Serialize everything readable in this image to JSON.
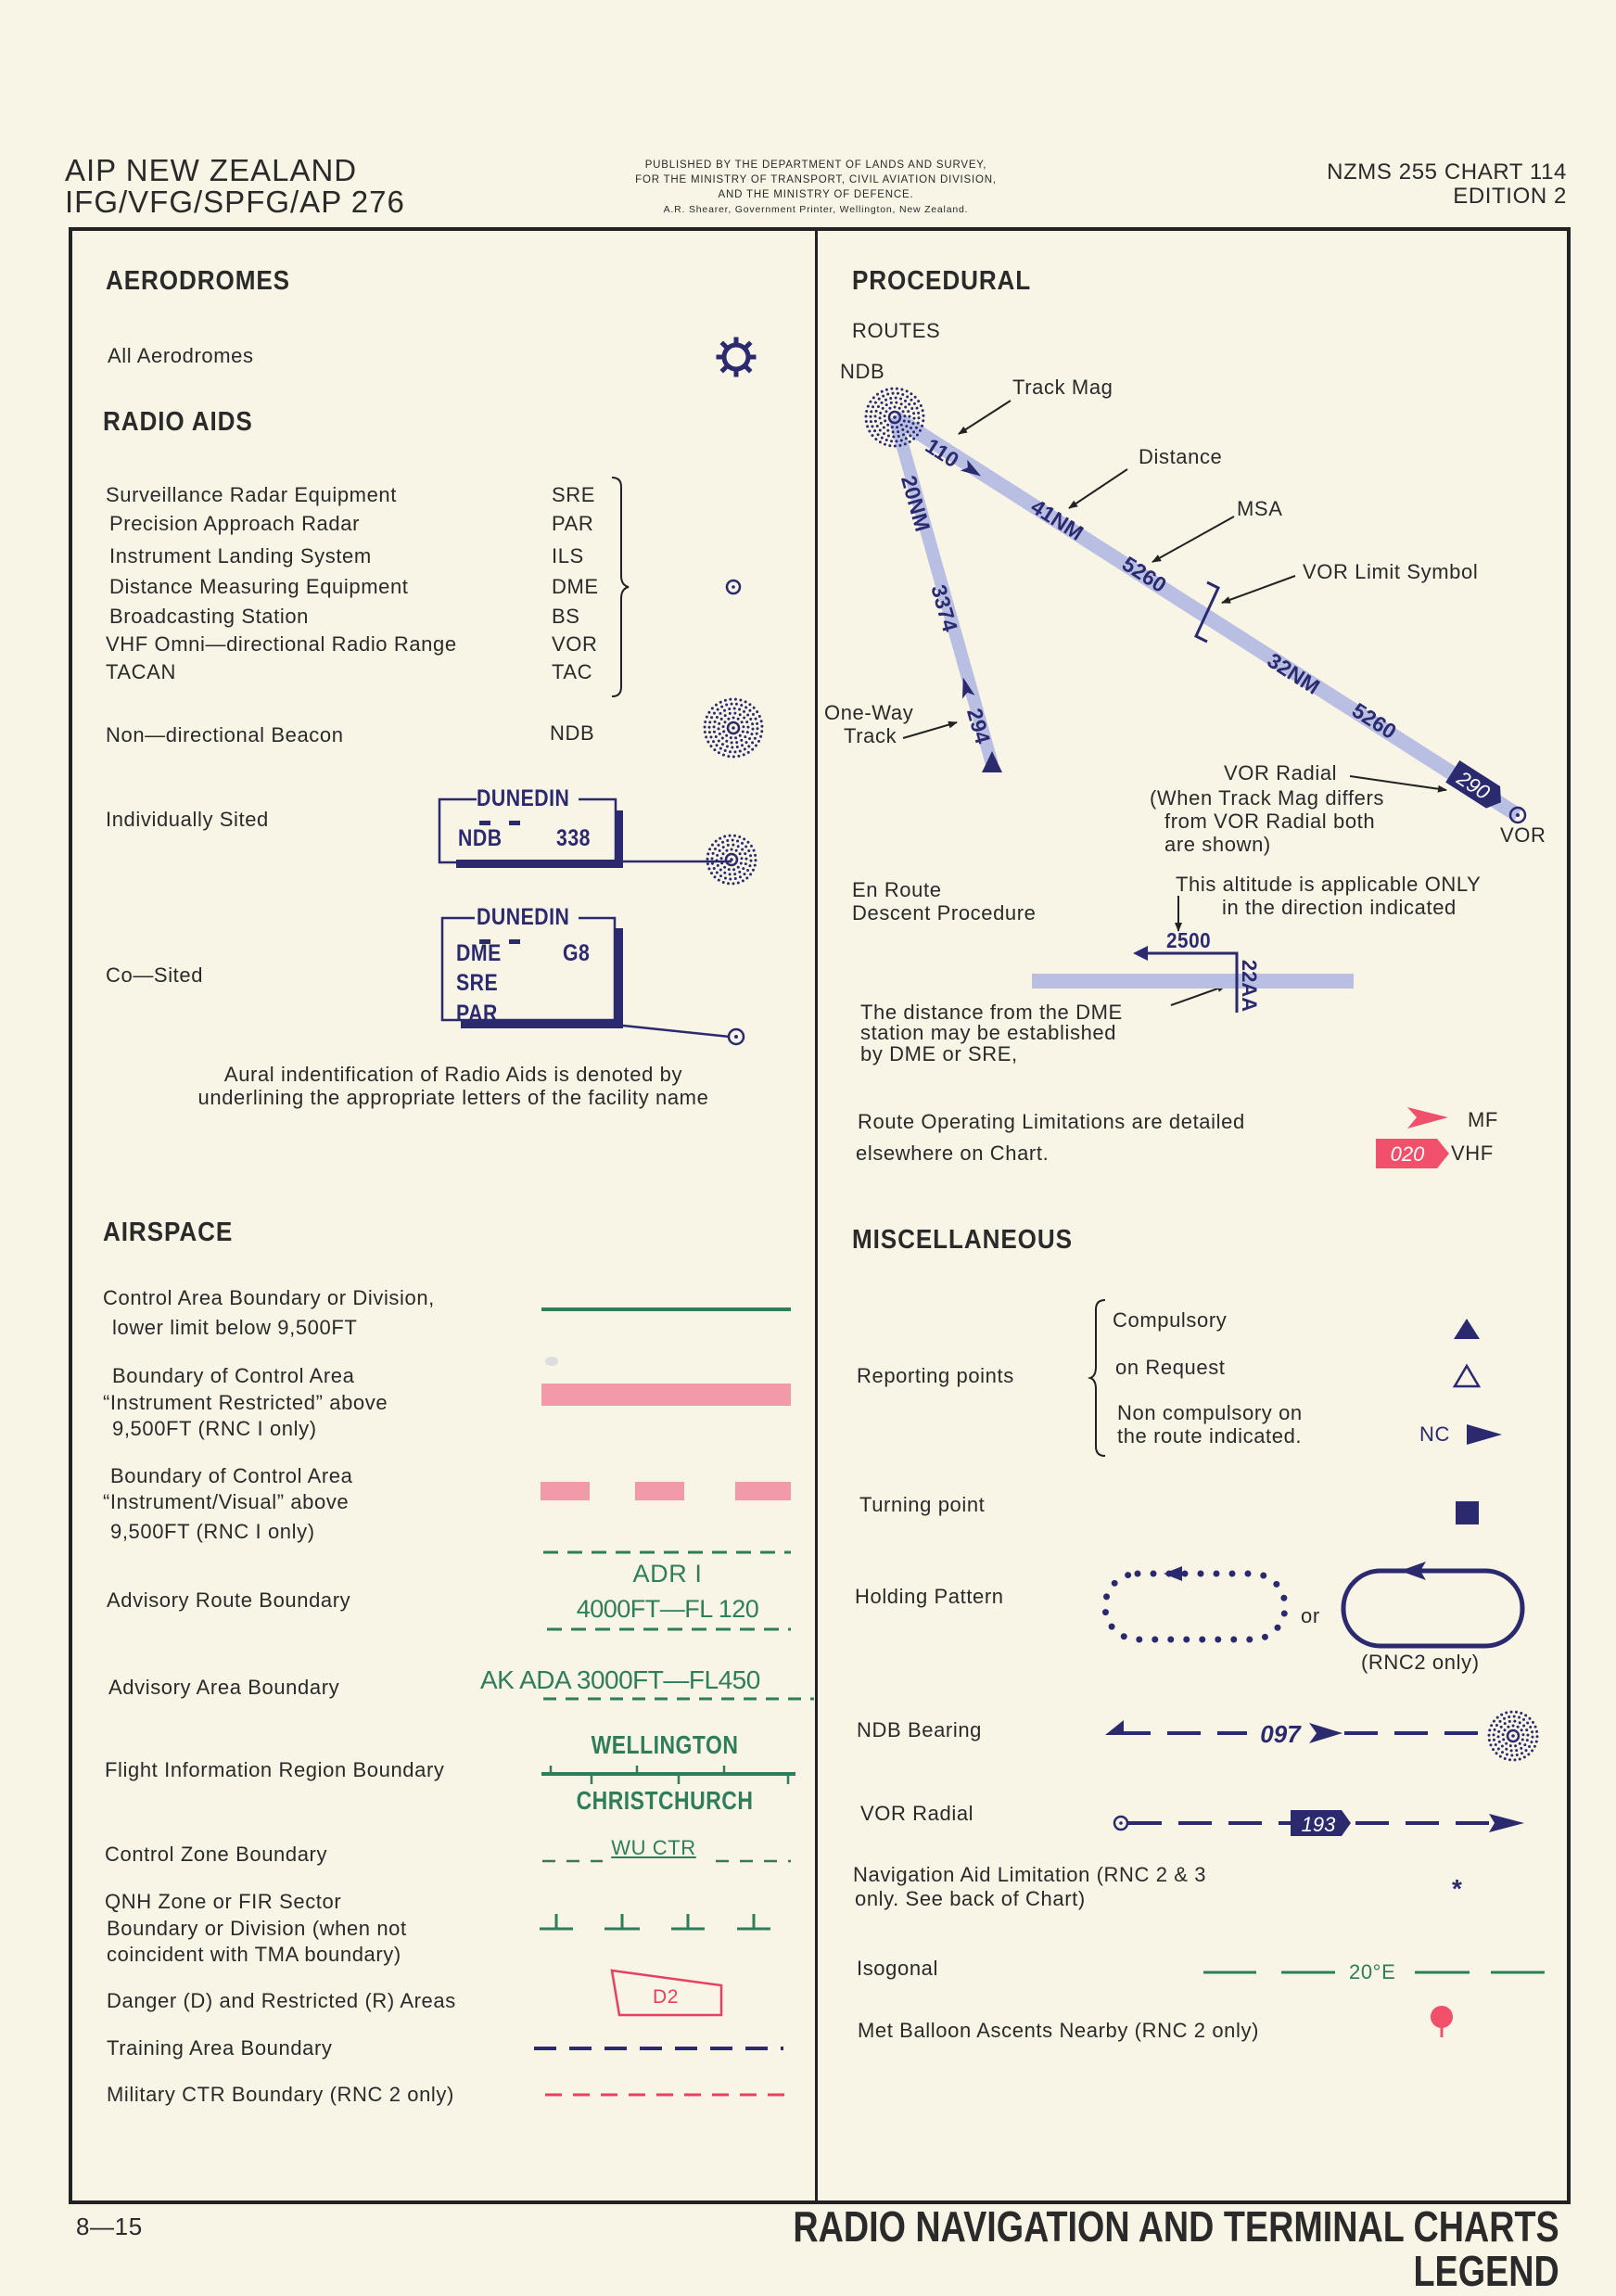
{
  "header": {
    "title_line1": "AIP NEW ZEALAND",
    "title_line2": "IFG/VFG/SPFG/AP 276",
    "publisher": [
      "PUBLISHED BY THE DEPARTMENT OF LANDS AND SURVEY,",
      "FOR THE MINISTRY OF TRANSPORT, CIVIL AVIATION DIVISION,",
      "AND THE MINISTRY OF DEFENCE.",
      "A.R. Shearer, Government Printer, Wellington, New Zealand."
    ],
    "chart_id": "NZMS 255 CHART 114",
    "edition": "EDITION 2"
  },
  "aerodromes": {
    "heading": "AERODROMES",
    "all_label": "All Aerodromes",
    "icon": "aerodrome-gear-icon"
  },
  "radio_aids": {
    "heading": "RADIO AIDS",
    "items": [
      {
        "label": "Surveillance Radar Equipment",
        "abbr": "SRE"
      },
      {
        "label": "Precision Approach  Radar",
        "abbr": "PAR"
      },
      {
        "label": "Instrument Landing System",
        "abbr": "ILS"
      },
      {
        "label": "Distance Measuring Equipment",
        "abbr": "DME"
      },
      {
        "label": "Broadcasting Station",
        "abbr": "BS"
      },
      {
        "label": "VHF Omni—directional  Radio Range",
        "abbr": "VOR"
      },
      {
        "label": "TACAN",
        "abbr": "TAC"
      }
    ],
    "ndb": {
      "label": "Non—directional  Beacon",
      "abbr": "NDB"
    },
    "individually_sited": {
      "label": "Individually Sited",
      "name": "DUNEDIN",
      "type": "NDB",
      "freq": "338"
    },
    "co_sited": {
      "label": "Co—Sited",
      "name": "DUNEDIN",
      "types": [
        "DME",
        "SRE",
        "PAR"
      ],
      "channel": "G8"
    },
    "aural_note": [
      "Aural indentification of Radio  Aids is denoted by",
      "underlining  the appropriate  letters of the facility name"
    ]
  },
  "airspace": {
    "heading": "AIRSPACE",
    "control_area": [
      "Control Area Boundary or Division,",
      "lower  limit below 9,500FT"
    ],
    "instrument_restricted": [
      "Boundary of Control Area",
      "“Instrument Restricted”   above",
      "9,500FT (RNC  I  only)"
    ],
    "instrument_visual": [
      "Boundary of Control  Area",
      "“Instrument/Visual” above",
      "9,500FT  (RNC  I  only)"
    ],
    "advisory_route": {
      "label": "Advisory Route Boundary",
      "name": "ADR  I",
      "limits": "4000FT—FL 120"
    },
    "advisory_area": {
      "label": "Advisory  Area  Boundary",
      "text": "AK  ADA 3000FT—FL450"
    },
    "fir": {
      "label": "Flight Information  Region Boundary",
      "north": "WELLINGTON",
      "south": "CHRISTCHURCH"
    },
    "control_zone": {
      "label": "Control  Zone  Boundary",
      "text": "WU  CTR"
    },
    "qnh": [
      "QNH Zone or  FIR   Sector",
      "Boundary or Division   (when not",
      "coincident  with TMA boundary)"
    ],
    "danger": {
      "label": "Danger (D) and Restricted (R) Areas",
      "code": "D2"
    },
    "training": "Training  Area  Boundary",
    "military": "Military  CTR  Boundary (RNC  2 only)"
  },
  "procedural": {
    "heading": "PROCEDURAL",
    "routes": {
      "label": "ROUTES",
      "ndb_label": "NDB",
      "vor_label": "VOR",
      "track_mag": "Track Mag",
      "distance": "Distance",
      "msa": "MSA",
      "vor_limit": "VOR Limit Symbol",
      "one_way": [
        "One-Way",
        "Track"
      ],
      "vor_radial_note": [
        "VOR Radial",
        "(When Track Mag differs",
        "from  VOR Radial both",
        "are shown)"
      ],
      "main_track": "110",
      "main_dist1": "41NM",
      "main_msa1": "5260",
      "main_dist2": "32NM",
      "main_msa2": "5260",
      "radial": "290",
      "side_dist": "20NM",
      "side_msa": "3374",
      "side_track": "294"
    },
    "descent": {
      "label": [
        "En Route",
        "Descent  Procedure"
      ],
      "altitude_note": [
        "This altitude is applicable  ONLY",
        "in the direction indicated"
      ],
      "altitude": "2500",
      "dme_fix": "22AA",
      "distance_note": [
        "The distance from the DME",
        "station may  be established",
        "by DME  or  SRE,"
      ]
    },
    "route_limits": {
      "text": [
        "Route Operating Limitations are detailed",
        "elsewhere on Chart."
      ],
      "mf": "MF",
      "vhf": "VHF",
      "vhf_tag": "020"
    }
  },
  "miscellaneous": {
    "heading": "MISCELLANEOUS",
    "reporting": {
      "label": "Reporting  points",
      "compulsory": "Compulsory",
      "on_request": "on  Request",
      "non_compulsory": [
        "Non  compulsory  on",
        "the  route  indicated."
      ],
      "nc": "NC"
    },
    "turning": "Turning  point",
    "holding": {
      "label": "Holding  Pattern",
      "or": "or",
      "rnc2": "(RNC2 only)"
    },
    "ndb_bearing": {
      "label": "NDB  Bearing",
      "value": "097"
    },
    "vor_radial": {
      "label": "VOR  Radial",
      "value": "193"
    },
    "nav_limit": {
      "label": [
        "Navigation  Aid Limitation (RNC 2 & 3",
        "only. See  back  of  Chart)"
      ],
      "symbol": "*"
    },
    "isogonal": {
      "label": "Isogonal",
      "value": "20°E"
    },
    "met_balloon": "Met Balloon  Ascents Nearby (RNC 2 only)"
  },
  "footer": {
    "page": "8—15",
    "title": "RADIO NAVIGATION AND TERMINAL CHARTS",
    "subtitle": "LEGEND"
  },
  "colors": {
    "background": "#f8f4e6",
    "navy": "#2b2a6e",
    "green": "#2e7d5b",
    "pink": "#e8405e",
    "route_band": "#b9bfe3"
  }
}
